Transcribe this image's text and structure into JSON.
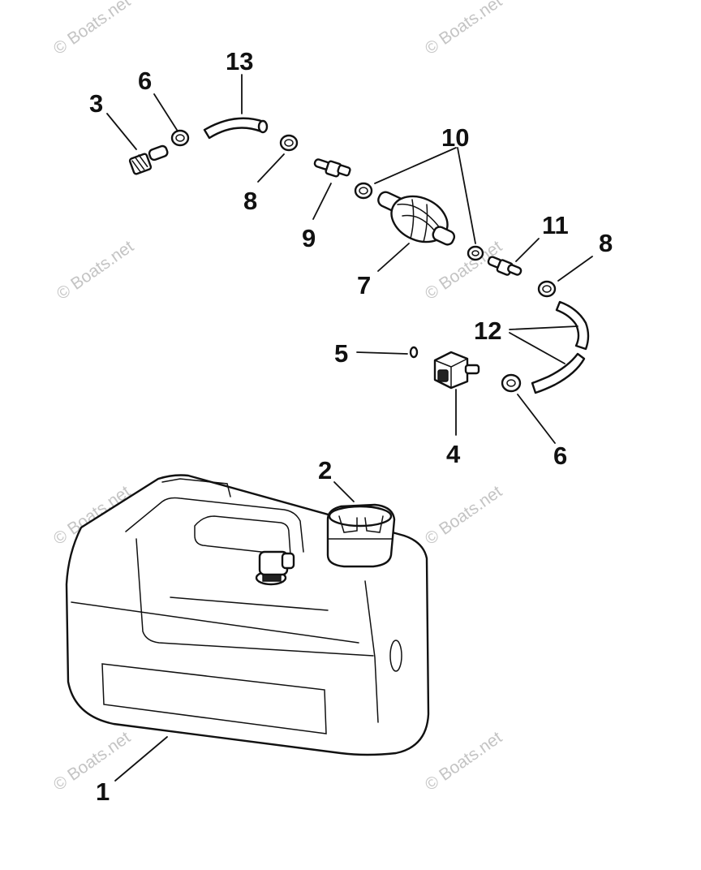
{
  "watermark": "© Boats.net",
  "callouts": {
    "c1": "1",
    "c2": "2",
    "c3": "3",
    "c4": "4",
    "c5": "5",
    "c6a": "6",
    "c6b": "6",
    "c7": "7",
    "c8a": "8",
    "c8b": "8",
    "c9": "9",
    "c10": "10",
    "c11": "11",
    "c12": "12",
    "c13": "13"
  }
}
